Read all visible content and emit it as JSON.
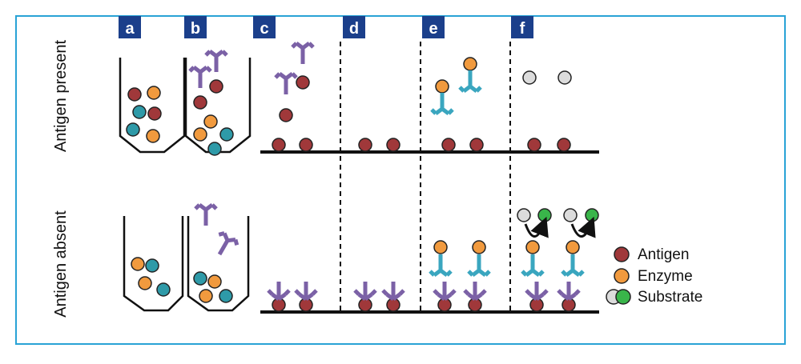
{
  "panels": [
    "a",
    "b",
    "c",
    "d",
    "e",
    "f"
  ],
  "row_labels": {
    "present": "Antigen present",
    "absent": "Antigen absent"
  },
  "legend": {
    "antigen": "Antigen",
    "enzyme": "Enzyme",
    "substrate": "Substrate"
  },
  "colors": {
    "border": "#29a3d6",
    "panel_badge": "#1b3f8b",
    "antigen": "#a0383a",
    "enzyme": "#f19a3e",
    "bead": "#2e9aa8",
    "antibody_primary": "#7b61a6",
    "antibody_secondary": "#3aa6bf",
    "substrate_gray": "#dcdcdc",
    "substrate_green": "#39b54a"
  }
}
